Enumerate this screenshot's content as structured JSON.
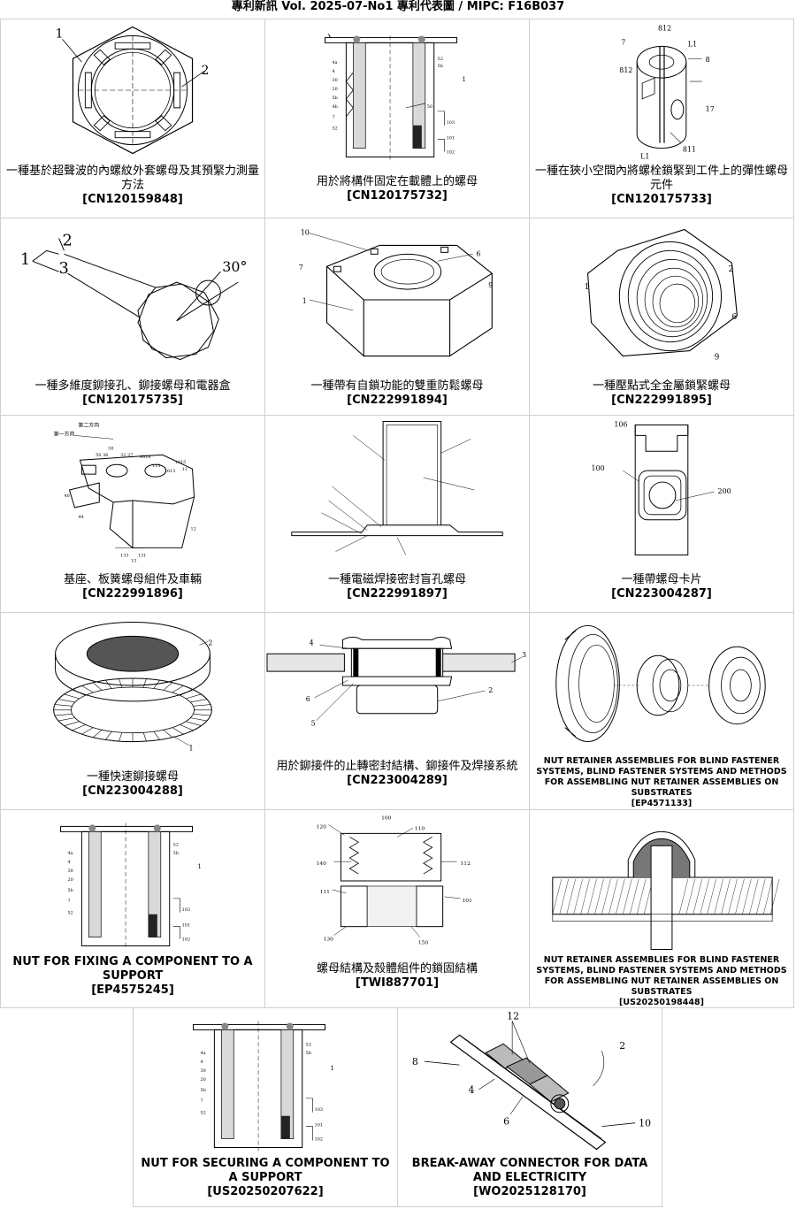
{
  "header": {
    "title": "專利新訊  Vol. 2025-07-No1  專利代表圖  /  MIPC:  F16B037"
  },
  "patents": [
    {
      "title": "一種基於超聲波的內螺紋外套螺母及其預緊力測量方法",
      "id": "[CN120159848]",
      "labels": [
        "1",
        "2"
      ]
    },
    {
      "title": "用於將構件固定在載體上的螺母",
      "id": "[CN120175732]",
      "labels": [
        "1"
      ]
    },
    {
      "title": "一種在狹小空間內將螺栓鎖緊到工件上的彈性螺母元件",
      "id": "[CN120175733]",
      "labels": [
        "812",
        "L1",
        "7",
        "812",
        "8",
        "17",
        "L1",
        "811"
      ]
    },
    {
      "title": "一種多維度鉚接孔、鉚接螺母和電器盒",
      "id": "[CN120175735]",
      "labels": [
        "1",
        "2",
        "3",
        "30°"
      ]
    },
    {
      "title": "一種帶有自鎖功能的雙重防鬆螺母",
      "id": "[CN222991894]",
      "labels": [
        "10",
        "6",
        "7",
        "9",
        "1"
      ]
    },
    {
      "title": "一種壓點式全金屬鎖緊螺母",
      "id": "[CN222991895]",
      "labels": [
        "1",
        "2",
        "6",
        "9"
      ]
    },
    {
      "title": "基座、板簧螺母組件及車輛",
      "id": "[CN222991896]",
      "labels": [
        "第二方向",
        "第一方向"
      ]
    },
    {
      "title": "一種電磁焊接密封盲孔螺母",
      "id": "[CN222991897]",
      "labels": []
    },
    {
      "title": "一種帶螺母卡片",
      "id": "[CN223004287]",
      "labels": [
        "106",
        "100",
        "200"
      ]
    },
    {
      "title": "一種快速鉚接螺母",
      "id": "[CN223004288]",
      "labels": [
        "2",
        "1"
      ]
    },
    {
      "title": "用於鉚接件的止轉密封結構、鉚接件及焊接系統",
      "id": "[CN223004289]",
      "labels": [
        "4",
        "3",
        "2",
        "6",
        "5"
      ]
    },
    {
      "title": "NUT RETAINER ASSEMBLIES FOR BLIND FASTENER SYSTEMS, BLIND FASTENER SYSTEMS AND METHODS FOR ASSEMBLING NUT RETAINER ASSEMBLIES ON SUBSTRATES",
      "id": "[EP4571133]",
      "labels": []
    },
    {
      "title": "NUT FOR FIXING A COMPONENT TO A SUPPORT",
      "id": "[EP4575245]",
      "labels": [
        "1"
      ]
    },
    {
      "title": "螺母結構及殼體組件的鎖固結構",
      "id": "[TWI887701]",
      "labels": [
        "100",
        "120",
        "110",
        "140",
        "112",
        "111",
        "101",
        "130",
        "150"
      ]
    },
    {
      "title": "NUT RETAINER ASSEMBLIES FOR BLIND FASTENER SYSTEMS, BLIND FASTENER SYSTEMS AND METHODS FOR ASSEMBLING NUT RETAINER ASSEMBLIES ON SUBSTRATES",
      "id": "[US20250198448]",
      "labels": []
    },
    {
      "title": "NUT FOR SECURING A COMPONENT TO A SUPPORT",
      "id": "[US20250207622]",
      "labels": [
        "1"
      ]
    },
    {
      "title": "BREAK-AWAY CONNECTOR FOR DATA AND ELECTRICITY",
      "id": "[WO2025128170]",
      "labels": [
        "12",
        "2",
        "8",
        "4",
        "6",
        "10"
      ]
    }
  ]
}
